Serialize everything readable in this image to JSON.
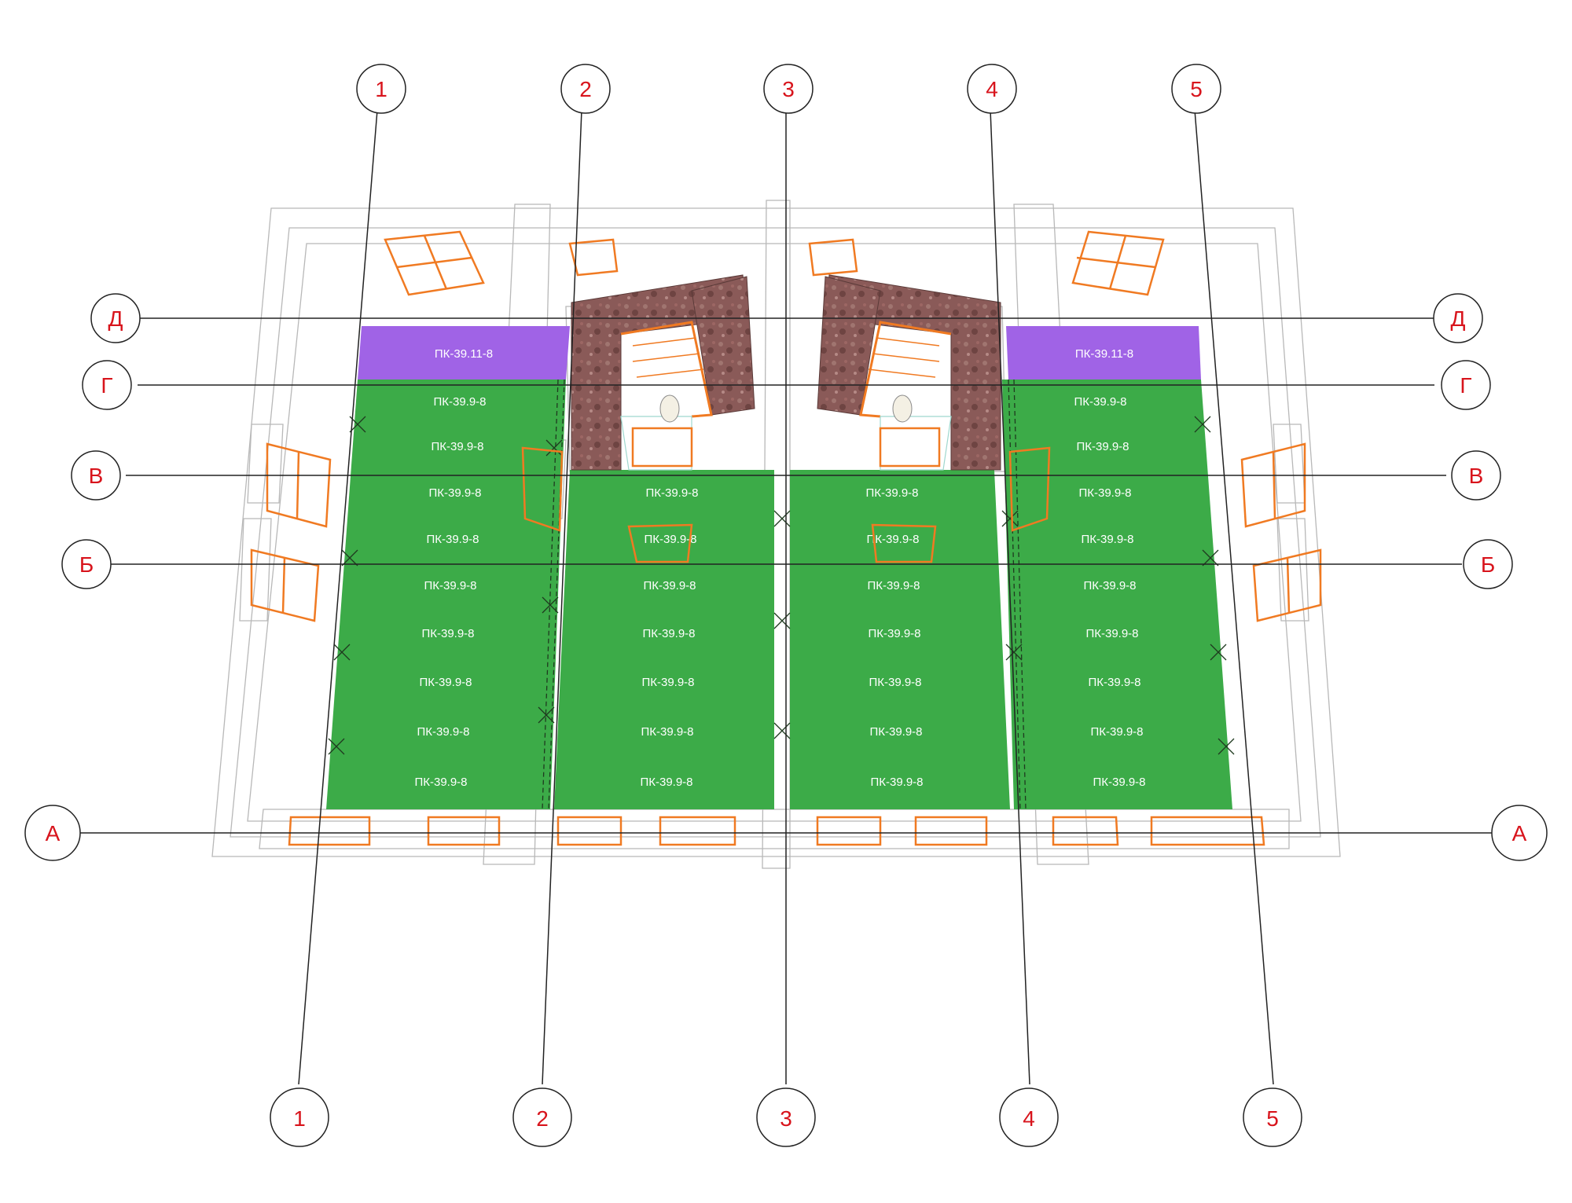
{
  "axes": {
    "columns": [
      "1",
      "2",
      "3",
      "4",
      "5"
    ],
    "rows": [
      "А",
      "Б",
      "В",
      "Г",
      "Д"
    ]
  },
  "slabs": {
    "purple_mark": "ПК-39.11-8",
    "green_mark": "ПК-39.9-8",
    "outer_rows": 9,
    "inner_rows": 7
  },
  "colors": {
    "slab_green": "#3cab48",
    "slab_purple": "#a063e6",
    "axis_label": "#d8141c",
    "frames": "#f07a22",
    "stair": "#8a5a58",
    "wall_lines": "#b8b8b8"
  },
  "icons": {
    "axis_marker": "axis-bubble-icon",
    "stairs": "stair-icon",
    "window": "window-icon",
    "door": "door-icon",
    "toilet": "toilet-icon"
  }
}
